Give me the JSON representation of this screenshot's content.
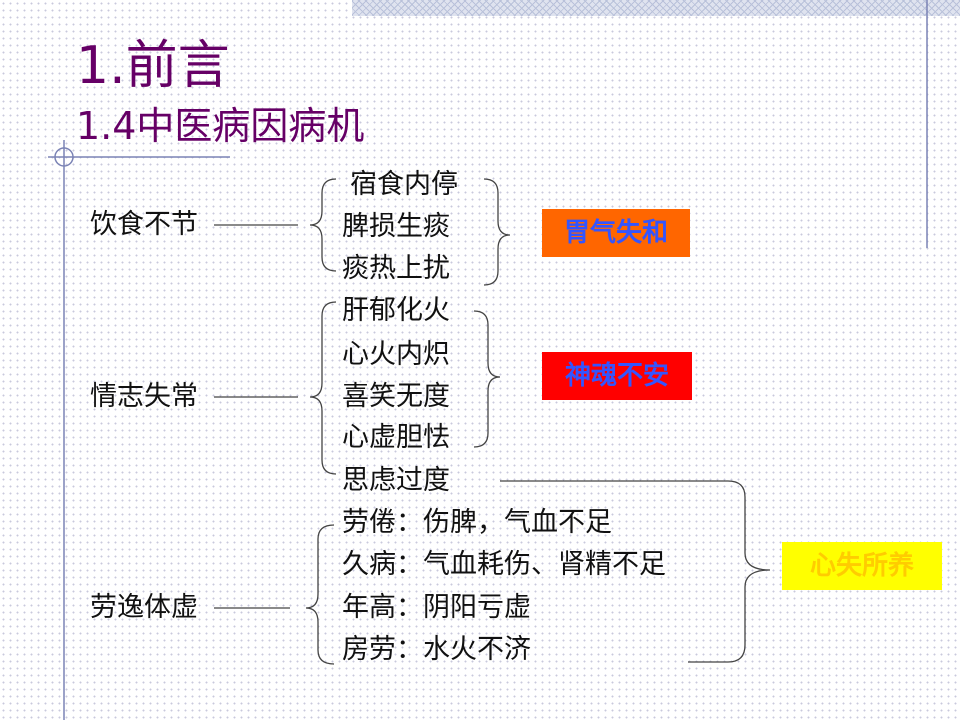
{
  "title": "1.前言",
  "subtitle": "1.4中医病因病机",
  "causes": [
    {
      "label": "饮食不节",
      "items": [
        "宿食内停",
        "脾损生痰",
        "痰热上扰"
      ],
      "effect": "胃气失和"
    },
    {
      "label": "情志失常",
      "items": [
        "肝郁化火",
        "心火内炽",
        "喜笑无度",
        "心虚胆怯",
        "思虑过度"
      ],
      "effect": "神魂不安"
    },
    {
      "label": "劳逸体虚",
      "items": [
        "劳倦：伤脾，气血不足",
        "久病：气血耗伤、肾精不足",
        "年高：阴阳亏虚",
        "房劳：水火不济"
      ],
      "effect": "心失所养"
    }
  ],
  "colors": {
    "title": "#660066",
    "effect_orange_bg": "#ff6600",
    "effect_red_bg": "#ff0000",
    "effect_yellow_bg": "#ffff00",
    "effect_text_blue": "#3355ff"
  }
}
